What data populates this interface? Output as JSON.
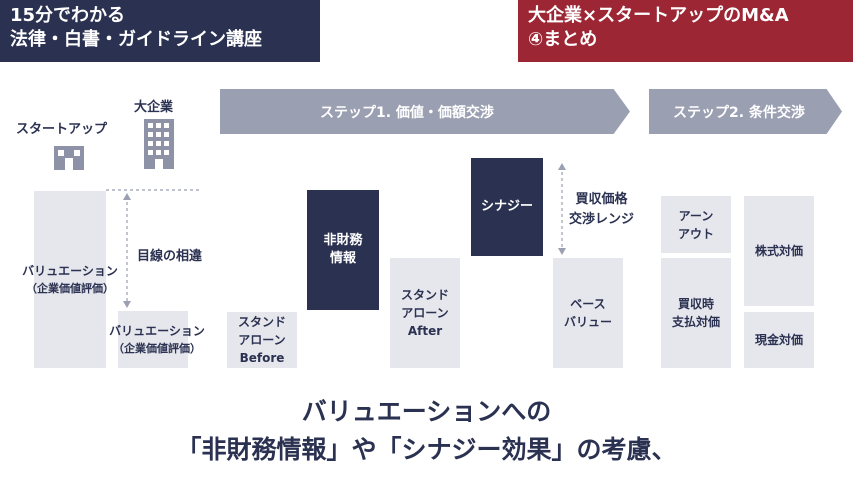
{
  "badges": {
    "left": [
      "15分でわかる",
      "法律・白書・ガイドライン講座"
    ],
    "right": [
      "大企業×スタートアップのM&A",
      "④まとめ"
    ]
  },
  "steps": {
    "step1": "ステップ1. 価値・価額交渉",
    "step2": "ステップ2. 条件交渉"
  },
  "parties": {
    "startup": "スタートアップ",
    "corporate": "大企業"
  },
  "diagram": {
    "startup_valuation": [
      "バリュエーション",
      "（企業価値評価）"
    ],
    "gap_label": "目線の相違",
    "corporate_valuation": [
      "バリュエーション",
      "（企業価値評価）"
    ],
    "standalone_before": [
      "スタンド",
      "アローン",
      "Before"
    ],
    "non_financial": [
      "非財務",
      "情報"
    ],
    "standalone_after": [
      "スタンド",
      "アローン",
      "After"
    ],
    "synergy": "シナジー",
    "price_range": [
      "買収価格",
      "交渉レンジ"
    ],
    "base_value": [
      "ベース",
      "バリュー"
    ],
    "earnout": [
      "アーン",
      "アウト"
    ],
    "payment_at_acquisition": [
      "買収時",
      "支払対価"
    ],
    "stock_consideration": "株式対価",
    "cash_consideration": "現金対価"
  },
  "caption": {
    "line1": "バリュエーションへの",
    "line2": "「非財務情報」や「シナジー効果」の考慮、"
  },
  "colors": {
    "navy": "#2b3151",
    "crimson": "#9c2633",
    "arrow_gray": "#9a9fb2",
    "box_gray": "#e6e7ec"
  }
}
